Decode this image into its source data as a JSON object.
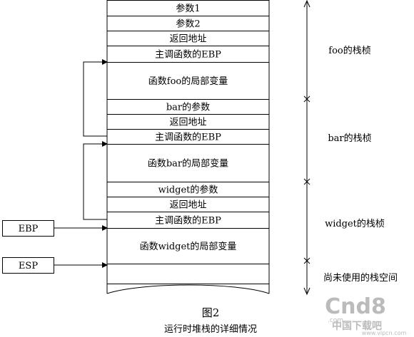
{
  "stack_cells": [
    "参数1",
    "参数2",
    "返回地址",
    "主调函数的EBP",
    "函数foo的局部变量",
    "bar的参数",
    "返回地址",
    "主调函数的EBP",
    "函数bar的局部变量",
    "widget的参数",
    "返回地址",
    "主调函数的EBP",
    "函数widget的局部变量",
    ""
  ],
  "frame_labels": [
    "foo的栈桢",
    "bar的栈桢",
    "widget的栈桢",
    "尚未使用的栈空间"
  ],
  "registers": [
    "EBP",
    "ESP"
  ],
  "caption": {
    "title": "图2",
    "subtitle": "运行时堆栈的详细情况"
  },
  "watermark": {
    "logo": "Cnd8",
    "site": ".com",
    "tagline": "中国下载吧",
    "url": "www.vipcn.com"
  }
}
